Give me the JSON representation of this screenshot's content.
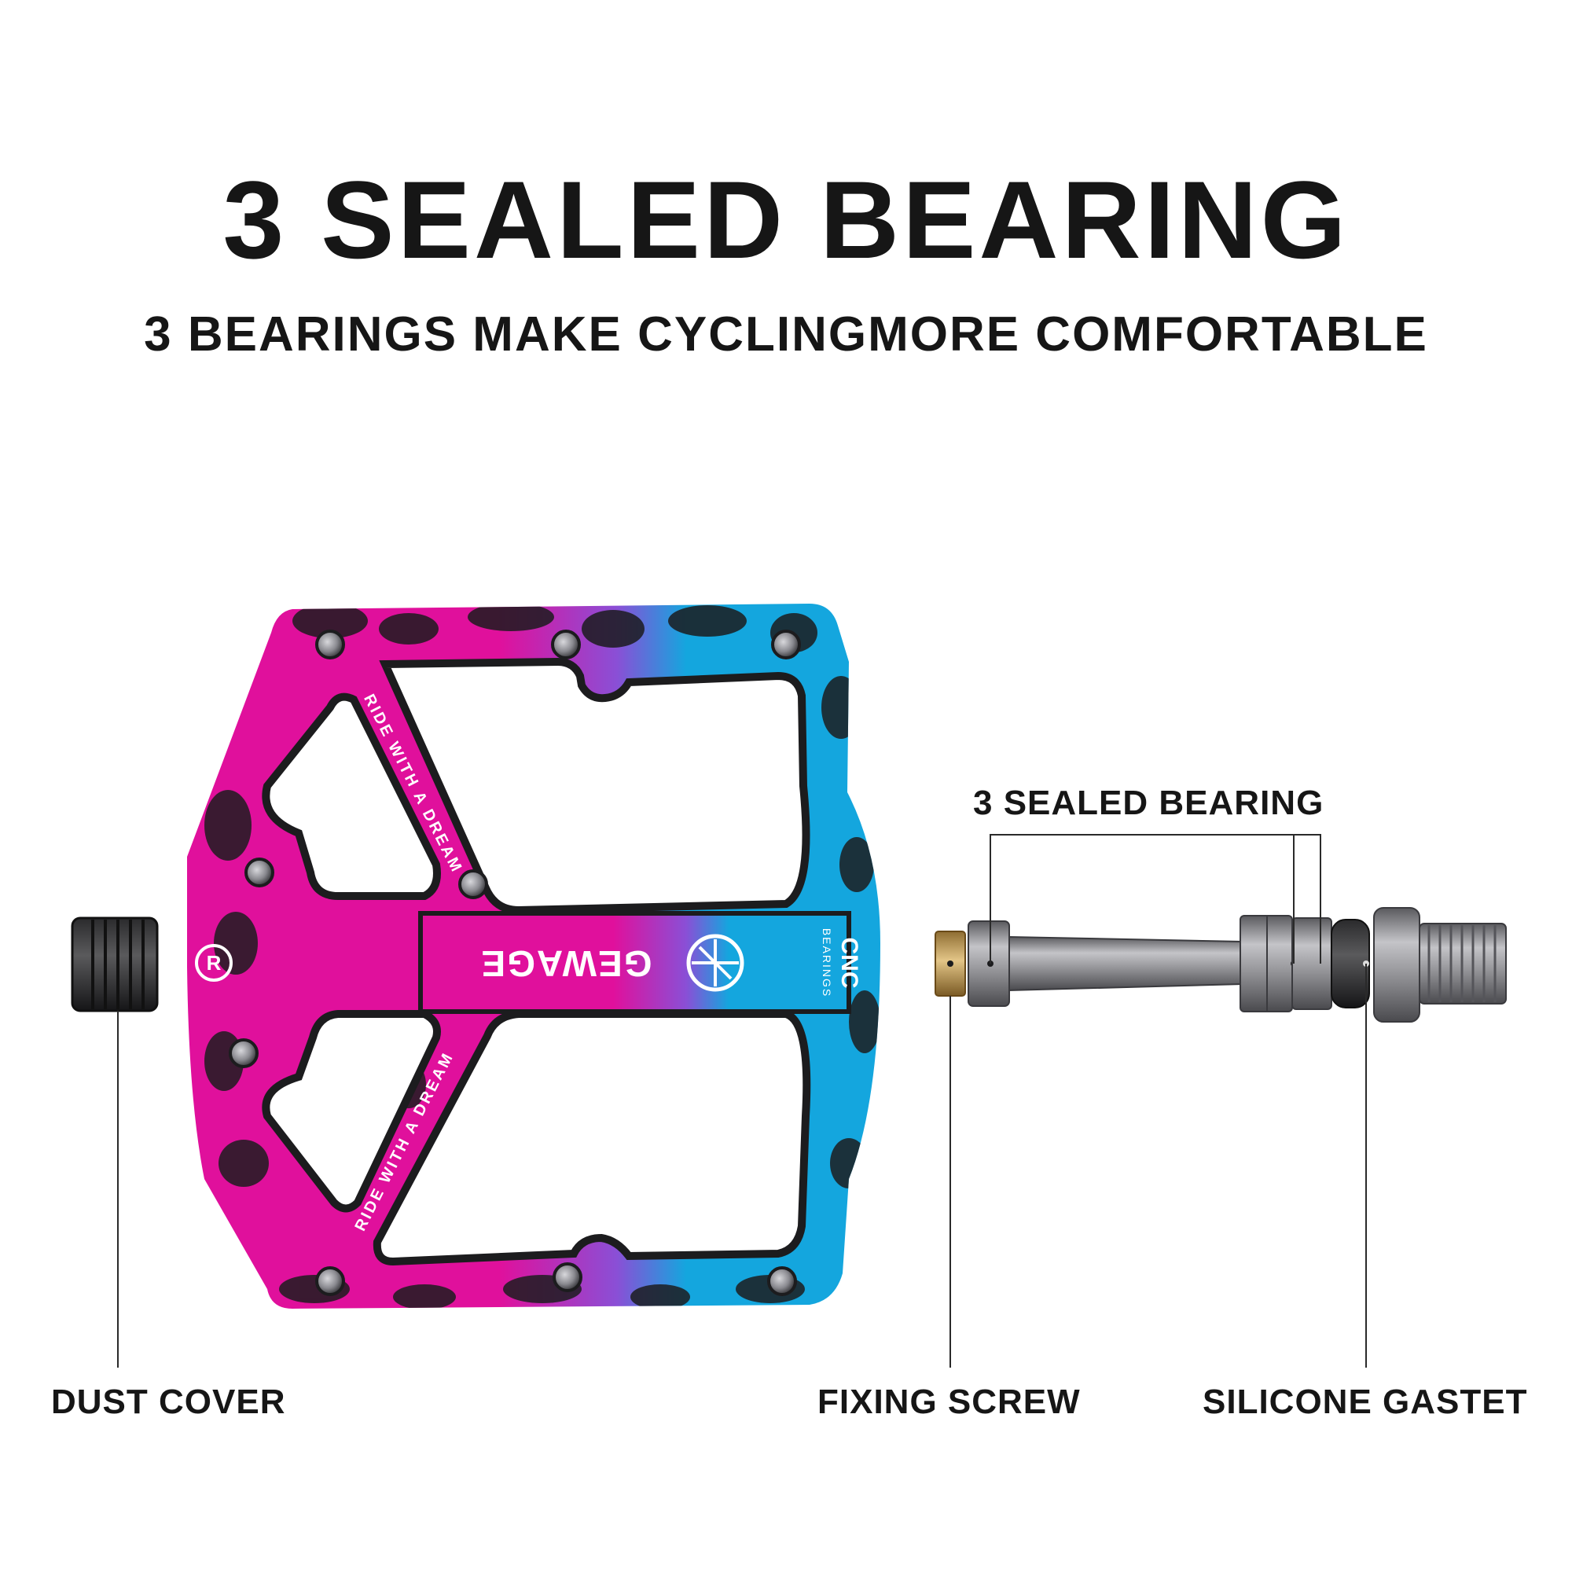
{
  "heading": {
    "title": "3 SEALED BEARING",
    "subtitle": "3 BEARINGS MAKE CYCLINGMORE COMFORTABLE"
  },
  "callouts": {
    "bearing": "3 SEALED BEARING",
    "dust_cover": "DUST COVER",
    "fixing_screw": "FIXING SCREW",
    "silicone_gasket": "SILICONE GASTET"
  },
  "product": {
    "brand": "GEWAGE",
    "cnc": "CNC",
    "bearings": "BEARINGS",
    "slogan": "RIDE WITH A DREAM",
    "badge": "R"
  },
  "colors": {
    "magenta": "#e0109c",
    "cyan": "#14a6de",
    "purple": "#8a4fd6",
    "black": "#1c1c1e",
    "steel": "#8c8c90",
    "brass": "#c9a45a"
  }
}
